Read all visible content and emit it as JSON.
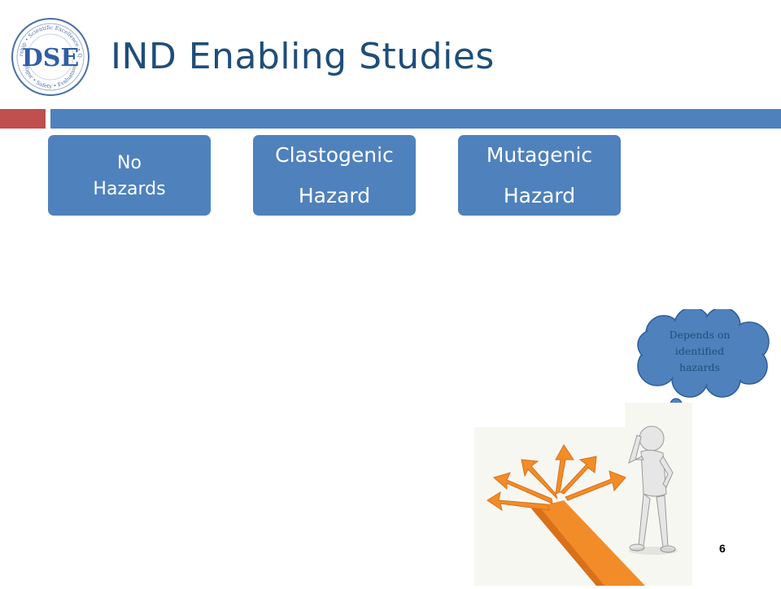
{
  "logo": {
    "text": "DSE",
    "ring_top": "Leadership • Scientific Excellence • Quality",
    "ring_bottom": "Rigor • Safety • Evaluation"
  },
  "slide": {
    "title": "IND Enabling Studies",
    "page_number": "6"
  },
  "boxes": [
    {
      "lines": [
        "No",
        "Hazards"
      ]
    },
    {
      "lines": [
        "Clastogenic",
        "Hazard"
      ]
    },
    {
      "lines": [
        "Mutagenic",
        "Hazard"
      ]
    }
  ],
  "thought_bubble": {
    "lines": [
      "Depends on",
      "identified",
      "hazards"
    ]
  },
  "colors": {
    "title": "#1f4e79",
    "accent_red": "#c0504d",
    "accent_blue": "#4f81bd",
    "arrow_orange": "#f28c28"
  },
  "icons": {
    "logo": "dse-seal-icon",
    "illustration": "person-thinking-at-crossroads-arrows"
  }
}
